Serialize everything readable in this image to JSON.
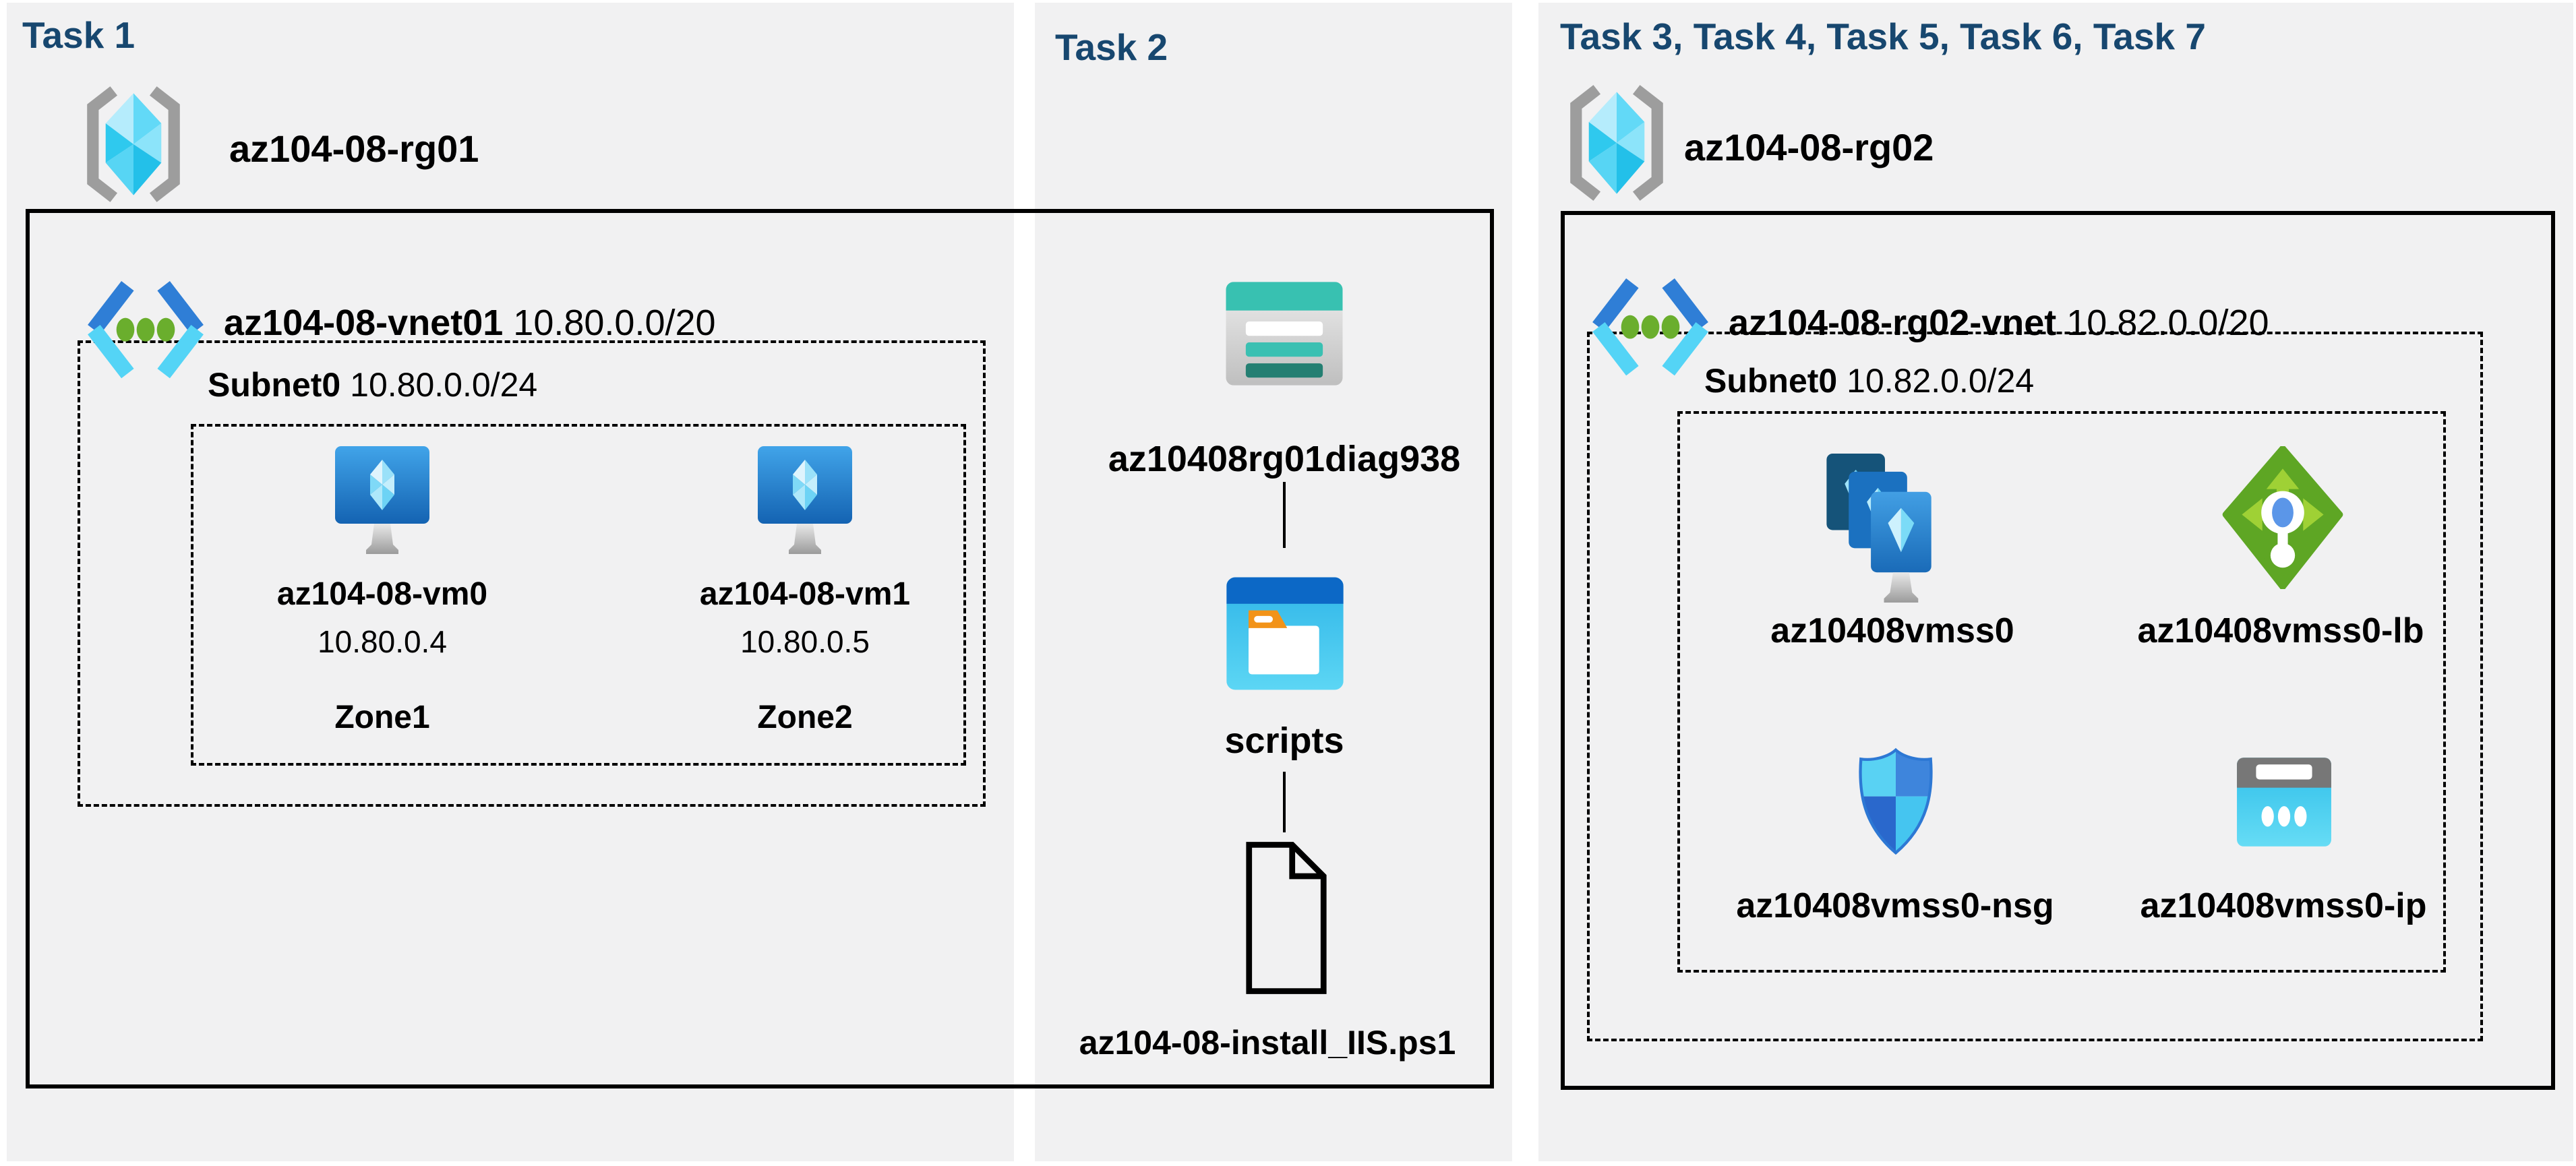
{
  "colors": {
    "task_header": "#17476F",
    "panel_background": "#F1F1F2",
    "diagram_line": "#000000",
    "vnet_blue": "#2F7ED6",
    "vnet_cyan": "#54D4F6",
    "vnet_dot_green": "#6AAE2D",
    "lb_green": "#5EA624",
    "lb_arrow_green": "#9FD135",
    "storage_teal": "#38C1B1",
    "folder_orange": "#F29318",
    "vm_blue": "#1E6FBE"
  },
  "task1": {
    "title": "Task 1",
    "resource_group": {
      "name": "az104-08-rg01",
      "icon": "resource-group-icon"
    },
    "vnet": {
      "name": "az104-08-vnet01",
      "cidr": "10.80.0.0/20",
      "icon": "virtual-network-icon"
    },
    "subnet": {
      "name": "Subnet0",
      "cidr": "10.80.0.0/24"
    },
    "vms": [
      {
        "name": "az104-08-vm0",
        "ip": "10.80.0.4",
        "zone": "Zone1",
        "icon": "virtual-machine-icon"
      },
      {
        "name": "az104-08-vm1",
        "ip": "10.80.0.5",
        "zone": "Zone2",
        "icon": "virtual-machine-icon"
      }
    ]
  },
  "task2": {
    "title": "Task 2",
    "storage_account": {
      "name": "az10408rg01diag938",
      "icon": "storage-account-icon"
    },
    "container": {
      "name": "scripts",
      "icon": "blob-container-icon"
    },
    "script_file": {
      "name": "az104-08-install_IIS.ps1",
      "icon": "file-icon"
    }
  },
  "task3": {
    "title": "Task 3, Task 4, Task 5, Task 6, Task 7",
    "resource_group": {
      "name": "az104-08-rg02",
      "icon": "resource-group-icon"
    },
    "vnet": {
      "name": "az104-08-rg02-vnet",
      "cidr": "10.82.0.0/20",
      "icon": "virtual-network-icon"
    },
    "subnet": {
      "name": "Subnet0",
      "cidr": "10.82.0.0/24"
    },
    "resources": [
      {
        "name": "az10408vmss0",
        "type": "vm-scale-set",
        "icon": "vm-scale-set-icon"
      },
      {
        "name": "az10408vmss0-lb",
        "type": "load-balancer",
        "icon": "load-balancer-icon"
      },
      {
        "name": "az10408vmss0-nsg",
        "type": "network-security-group",
        "icon": "nsg-shield-icon"
      },
      {
        "name": "az10408vmss0-ip",
        "type": "public-ip-address",
        "icon": "public-ip-icon"
      }
    ]
  }
}
